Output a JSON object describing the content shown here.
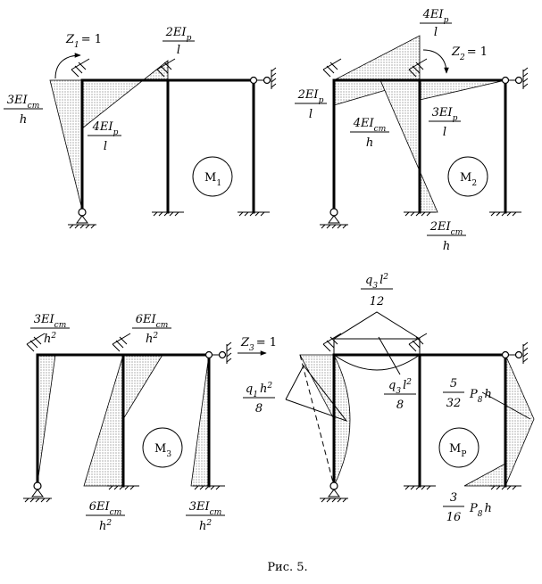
{
  "figure": {
    "caption": "Рис. 5."
  },
  "panel1": {
    "name": "M",
    "sub": "1",
    "moment_label": "Z",
    "moment_sub": "1",
    "moment_value": "= 1",
    "top_num": "2EI",
    "top_num_sub": "p",
    "top_den": "l",
    "left_num": "3EI",
    "left_num_sub": "cm",
    "left_den": "h",
    "mid_num": "4EI",
    "mid_num_sub": "p",
    "mid_den": "l"
  },
  "panel2": {
    "name": "M",
    "sub": "2",
    "moment_label": "Z",
    "moment_sub": "2",
    "moment_value": "= 1",
    "top_num": "4EI",
    "top_num_sub": "p",
    "top_den": "l",
    "left_num": "2EI",
    "left_num_sub": "p",
    "left_den": "l",
    "mid_num": "4EI",
    "mid_num_sub": "cm",
    "mid_den": "h",
    "right_num": "3EI",
    "right_num_sub": "p",
    "right_den": "l",
    "bottom_num": "2EI",
    "bottom_num_sub": "cm",
    "bottom_den": "h"
  },
  "panel3": {
    "name": "M",
    "sub": "3",
    "move_label": "Z",
    "move_sub": "3",
    "move_value": "= 1",
    "tl_num": "3EI",
    "tl_num_sub": "cm",
    "tl_den": "h",
    "tl_den_sup": "2",
    "tm_num": "6EI",
    "tm_num_sub": "cm",
    "tm_den": "h",
    "tm_den_sup": "2",
    "bm_num": "6EI",
    "bm_num_sub": "cm",
    "bm_den": "h",
    "bm_den_sup": "2",
    "br_num": "3EI",
    "br_num_sub": "cm",
    "br_den": "h",
    "br_den_sup": "2"
  },
  "panel4": {
    "name": "M",
    "sub": "P",
    "top_num": "q",
    "top_num_sub": "3",
    "top_num_rest": "l",
    "top_num_sup": "2",
    "top_den": "12",
    "mid_num": "q",
    "mid_num_sub": "3",
    "mid_num_rest": "l",
    "mid_num_sup": "2",
    "mid_den": "8",
    "left_num": "q",
    "left_num_sub": "1",
    "left_num_rest": "h",
    "left_num_sup": "2",
    "left_den": "8",
    "right_num": "5",
    "right_den": "32",
    "right_tail": "P",
    "right_tail_sub": "8",
    "right_tail_rest": "h",
    "bot_num": "3",
    "bot_den": "16",
    "bot_tail": "P",
    "bot_tail_sub": "8",
    "bot_tail_rest": "h"
  }
}
